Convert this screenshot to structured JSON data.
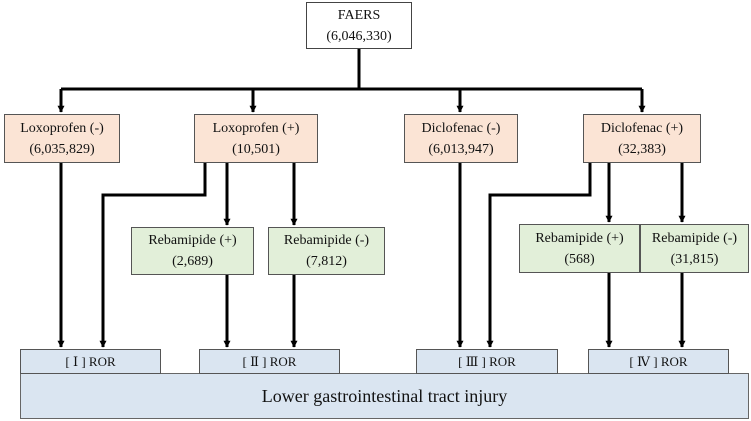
{
  "root": {
    "label": "FAERS",
    "count": "(6,046,330)"
  },
  "drugs": [
    {
      "label": "Loxoprofen (-)",
      "count": "(6,035,829)"
    },
    {
      "label": "Loxoprofen (+)",
      "count": "(10,501)"
    },
    {
      "label": "Diclofenac (-)",
      "count": "(6,013,947)"
    },
    {
      "label": "Diclofenac (+)",
      "count": "(32,383)"
    }
  ],
  "rebamipide": [
    {
      "label": "Rebamipide (+)",
      "count": "(2,689)"
    },
    {
      "label": "Rebamipide (-)",
      "count": "(7,812)"
    },
    {
      "label": "Rebamipide (+)",
      "count": "(568)"
    },
    {
      "label": "Rebamipide (-)",
      "count": "(31,815)"
    }
  ],
  "ror": [
    "[ Ⅰ ] ROR",
    "[ Ⅱ ] ROR",
    "[ Ⅲ ] ROR",
    "[ Ⅳ ] ROR"
  ],
  "outcome": "Lower gastrointestinal tract injury"
}
